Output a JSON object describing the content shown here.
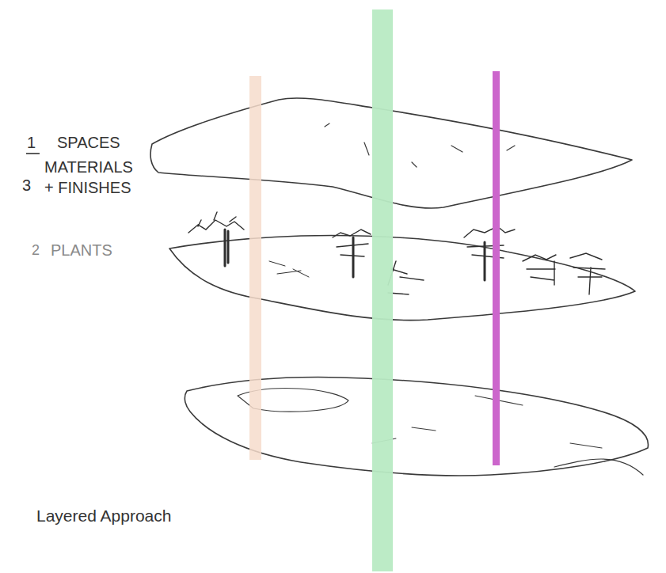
{
  "diagram": {
    "caption": "Layered Approach",
    "labels": [
      "1",
      "SPACES",
      "2",
      "PLANTS",
      "3",
      "MATERIALS + FINISHES"
    ]
  }
}
